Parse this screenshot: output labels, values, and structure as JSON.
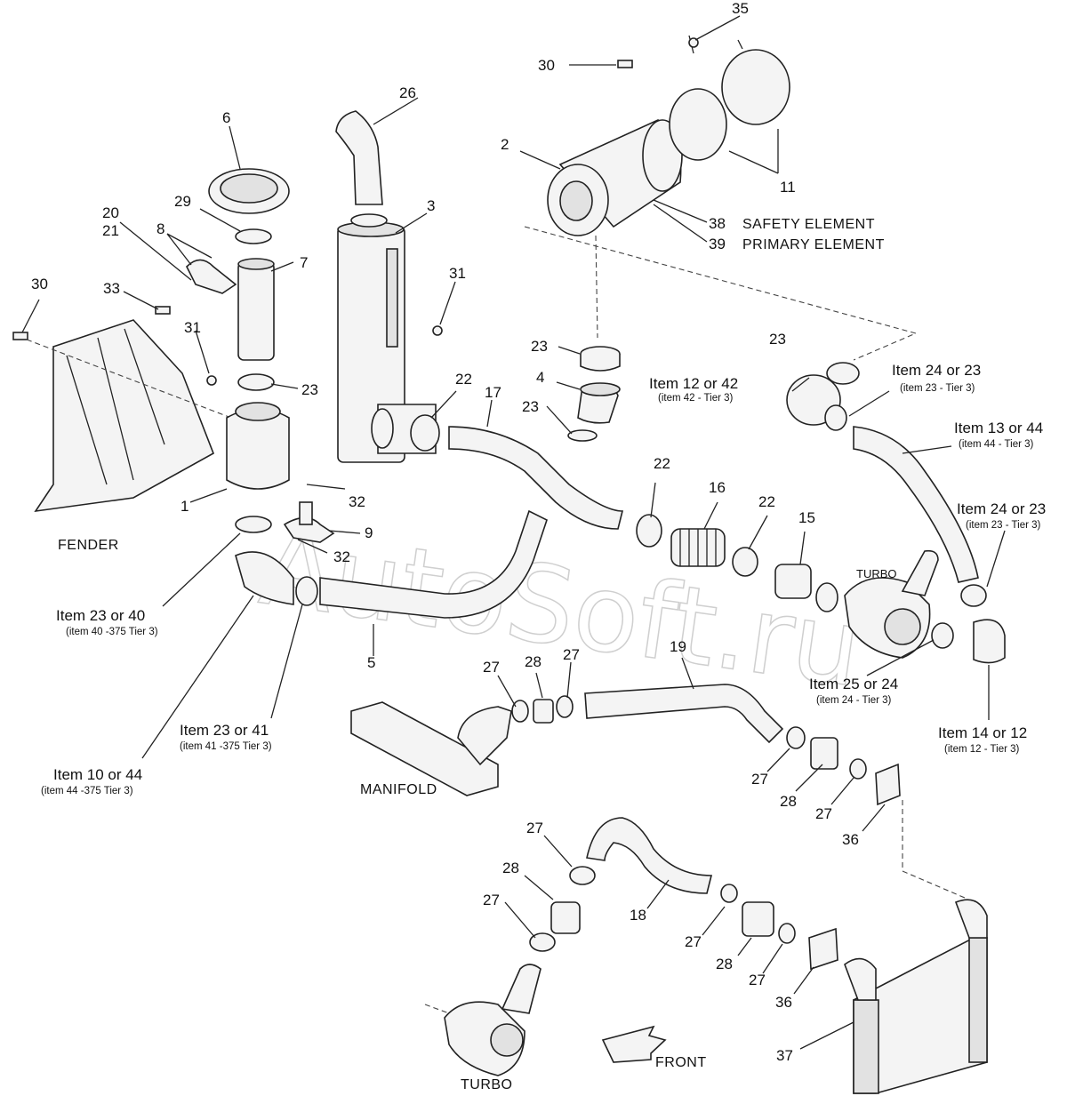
{
  "watermark": "AutoSoft.ru",
  "callouts": {
    "c1": "1",
    "c2": "2",
    "c3": "3",
    "c4": "4",
    "c5": "5",
    "c6": "6",
    "c7": "7",
    "c8": "8",
    "c9": "9",
    "c11": "11",
    "c15": "15",
    "c16": "16",
    "c17": "17",
    "c18": "18",
    "c19": "19",
    "c20": "20",
    "c21": "21",
    "c22a": "22",
    "c22b": "22",
    "c22c": "22",
    "c23a": "23",
    "c23b": "23",
    "c23c": "23",
    "c23d": "23",
    "c26": "26",
    "c27a": "27",
    "c27b": "27",
    "c27c": "27",
    "c27d": "27",
    "c27e": "27",
    "c27f": "27",
    "c27g": "27",
    "c27h": "27",
    "c28a": "28",
    "c28b": "28",
    "c28c": "28",
    "c28d": "28",
    "c29": "29",
    "c30a": "30",
    "c30b": "30",
    "c31a": "31",
    "c31b": "31",
    "c32a": "32",
    "c32b": "32",
    "c33": "33",
    "c35": "35",
    "c36a": "36",
    "c36b": "36",
    "c37": "37",
    "c38": "38",
    "c39": "39"
  },
  "labels": {
    "safety_element": "SAFETY ELEMENT",
    "primary_element": "PRIMARY ELEMENT",
    "fender": "FENDER",
    "manifold": "MANIFOLD",
    "turbo_top": "TURBO",
    "turbo_bottom": "TURBO",
    "front": "FRONT"
  },
  "items": {
    "i12_42": "Item 12 or 42",
    "i12_42_sub": "(item 42 - Tier 3)",
    "i24_23a": "Item 24 or 23",
    "i24_23a_sub": "(item 23 - Tier 3)",
    "i13_44": "Item 13 or 44",
    "i13_44_sub": "(item 44 - Tier 3)",
    "i24_23b": "Item 24 or 23",
    "i24_23b_sub": "(item 23 - Tier 3)",
    "i25_24": "Item 25 or 24",
    "i25_24_sub": "(item 24 - Tier 3)",
    "i14_12": "Item 14 or 12",
    "i14_12_sub": "(item 12 - Tier 3)",
    "i23_40": "Item 23 or 40",
    "i23_40_sub": "(item 40 -375 Tier 3)",
    "i23_41": "Item 23 or 41",
    "i23_41_sub": "(item 41 -375 Tier 3)",
    "i10_44": "Item 10 or 44",
    "i10_44_sub": "(item 44 -375  Tier 3)"
  }
}
